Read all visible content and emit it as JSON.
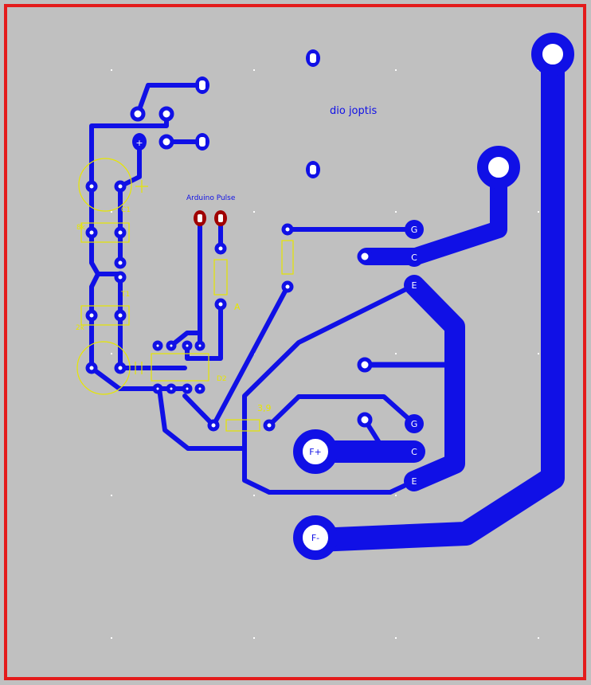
{
  "board": {
    "outline_color": "#e41b1b",
    "background_color": "#c0c0c0",
    "copper_color": "#1010e6",
    "silk_color": "#e6e600",
    "highlight_pad_color": "#a00000",
    "grid_dot_color": "#ffffff"
  },
  "labels": {
    "title": "dio joptis",
    "arduino": "Arduino Pulse",
    "r_a": "A",
    "r_39": "3,9",
    "c1": "C1",
    "r_8k": "8k",
    "t1": "T1",
    "r_2k": "2k",
    "d2": "D2",
    "plus_silk": "+"
  },
  "pads": {
    "pad_g1": "G",
    "pad_c1": "C",
    "pad_e1": "E",
    "pad_g2": "G",
    "pad_c2": "C",
    "pad_e2": "E",
    "f_plus": "F+",
    "f_minus": "F-",
    "pad_plus": "+"
  }
}
